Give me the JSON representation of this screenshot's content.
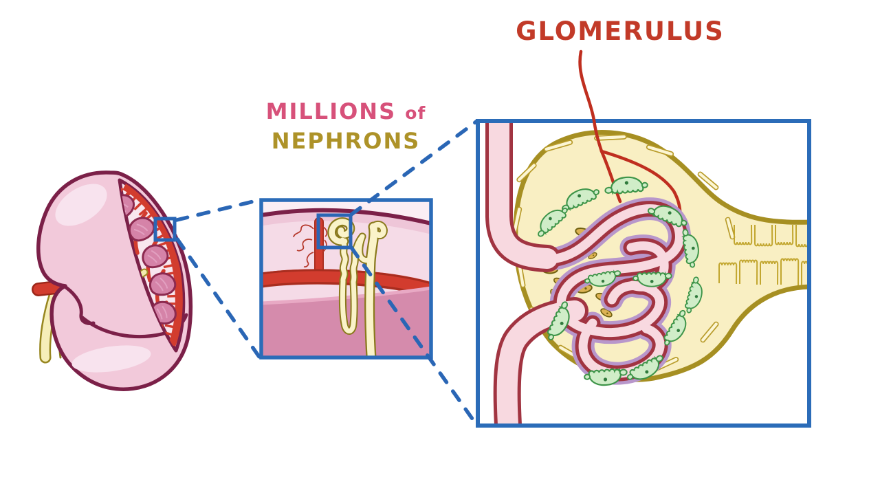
{
  "labels": {
    "glomerulus": "GLOMERULUS",
    "millions_line1_main": "MILLIONS",
    "millions_line1_suffix": "of",
    "millions_line2": "NEPHRONS"
  },
  "panels": {
    "kidney": "kidney-overview",
    "nephron_inset": "nephron-inset",
    "glomerulus_detail": "glomerulus-detail"
  },
  "palette": {
    "accent_blue": "#2b6cb8",
    "label_red": "#c23a28",
    "label_pink": "#d7517a",
    "label_gold": "#ad9228",
    "kidney_pink": "#f2c9da",
    "kidney_outline": "#7b2048",
    "pyramid_pink": "#d583a8",
    "artery_red": "#d23c2e",
    "artery_dark": "#a82d1f",
    "ureter_yellow": "#f6eeb9",
    "ureter_outline": "#97861f",
    "cortex_pink": "#f5dbe7",
    "medulla_pink": "#d58bac",
    "tubule_cream": "#faf3c9",
    "tubule_outline": "#8a7a1c",
    "capsule_yellow": "#f9efc3",
    "capsule_outline": "#a68f22",
    "capillary_pink": "#f8d9e0",
    "capillary_wall": "#a13441",
    "basement_purple": "#b897cb",
    "podocyte_green": "#d0edc8",
    "podocyte_outline": "#3d9448",
    "mesangial_gold": "#dcb253",
    "pointer_red": "#bf2e1f"
  }
}
